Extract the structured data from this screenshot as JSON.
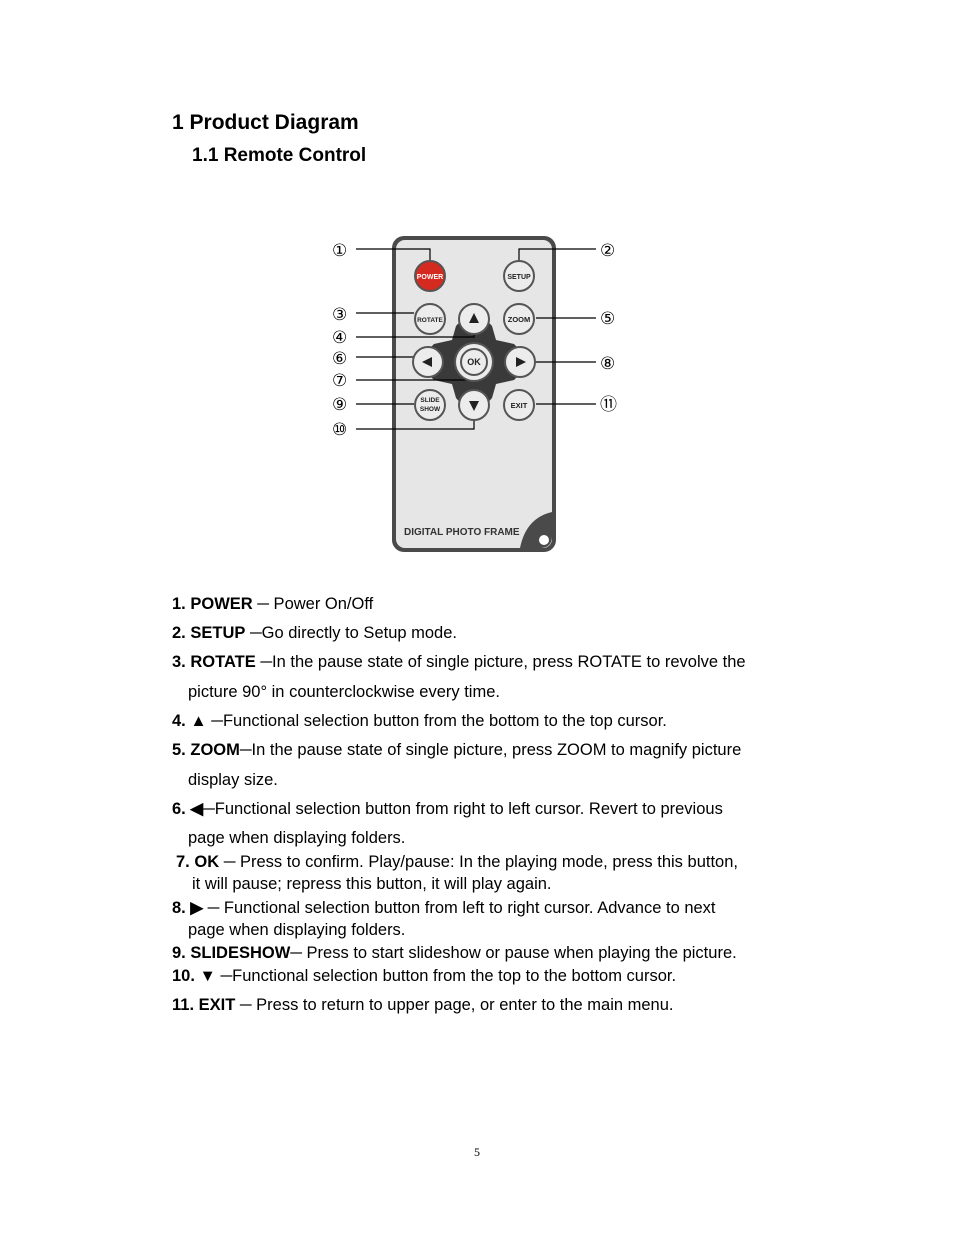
{
  "heading": "1 Product Diagram",
  "subheading": "1.1 Remote Control",
  "remote": {
    "brand_text": "DIGITAL PHOTO FRAME",
    "buttons": {
      "power": "POWER",
      "setup": "SETUP",
      "rotate": "ROTATE",
      "zoom": "ZOOM",
      "ok": "OK",
      "slide_line1": "SLIDE",
      "slide_line2": "SHOW",
      "exit": "EXIT"
    },
    "callouts": [
      "①",
      "②",
      "③",
      "④",
      "⑤",
      "⑥",
      "⑦",
      "⑧",
      "⑨",
      "⑩",
      "⑪"
    ]
  },
  "items": [
    {
      "num": "1.",
      "name": "POWER",
      "desc": " ─ Power On/Off"
    },
    {
      "num": "2.",
      "name": "SETUP",
      "desc": " ─Go directly to Setup mode."
    },
    {
      "num": "3.",
      "name": "ROTATE",
      "desc": " ─In the pause state of single picture, press ROTATE to revolve the",
      "cont": "picture 90° in counterclockwise every time."
    },
    {
      "num": "4.",
      "name": "▲",
      "desc": " ─Functional selection button from the bottom to the top cursor."
    },
    {
      "num": "5.",
      "name": "ZOOM",
      "desc": "─In the pause state of single picture, press ZOOM to magnify picture",
      "cont": "display size."
    },
    {
      "num": "6.",
      "name": "◀",
      "desc": "─Functional selection button from right to left cursor. Revert to previous",
      "cont": "page when displaying folders."
    },
    {
      "num": "7.",
      "name": "OK",
      "desc": " ─ Press to confirm. Play/pause: In the playing mode, press this button,",
      "cont": "it will pause; repress this button, it will play again."
    },
    {
      "num": "8.",
      "name": "▶",
      "desc": " ─ Functional selection button from left to right cursor. Advance to next",
      "cont": "page when displaying folders."
    },
    {
      "num": "9.",
      "name": "SLIDESHOW",
      "desc": "─ Press to start slideshow or pause when playing the picture."
    },
    {
      "num": "10.",
      "name": "▼",
      "desc": " ─Functional selection button from the top to the bottom cursor."
    },
    {
      "num": "11.",
      "name": "EXIT",
      "desc": " ─ Press to return to upper page, or enter to the main menu."
    }
  ],
  "page_number": "5"
}
